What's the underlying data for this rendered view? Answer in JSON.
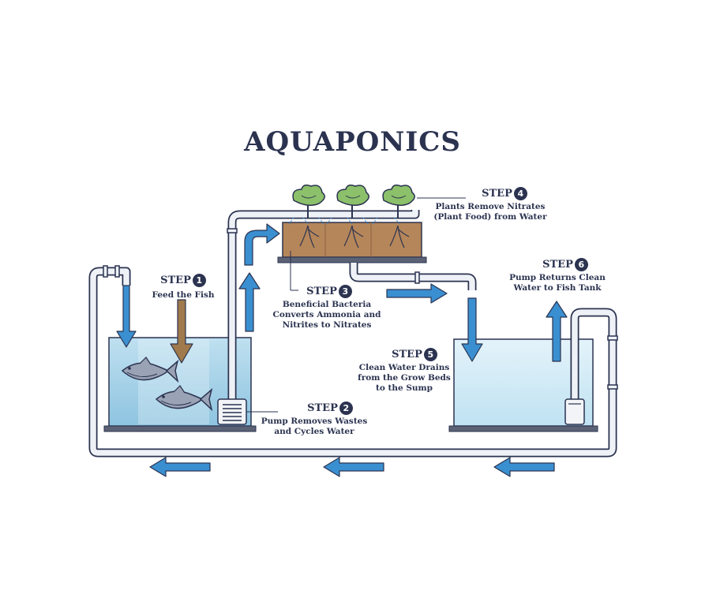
{
  "title": "AQUAPONICS",
  "steps": [
    {
      "label": "STEP",
      "number": "1",
      "lines": [
        "Feed the Fish"
      ]
    },
    {
      "label": "STEP",
      "number": "2",
      "lines": [
        "Pump Removes Wastes",
        "and Cycles Water"
      ]
    },
    {
      "label": "STEP",
      "number": "3",
      "lines": [
        "Beneficial Bacteria",
        "Converts Ammonia and",
        "Nitrites to Nitrates"
      ]
    },
    {
      "label": "STEP",
      "number": "4",
      "lines": [
        "Plants Remove Nitrates",
        "(Plant Food) from Water"
      ]
    },
    {
      "label": "STEP",
      "number": "5",
      "lines": [
        "Clean Water Drains",
        "from the Grow Beds",
        "to the Sump"
      ]
    },
    {
      "label": "STEP",
      "number": "6",
      "lines": [
        "Pump Returns Clean",
        "Water to Fish Tank"
      ]
    }
  ],
  "colors": {
    "ink": "#2b3350",
    "water": "#a8d3ea",
    "water_light": "#d7ecf6",
    "arrow_blue": "#3a8fd0",
    "arrow_brown": "#a07a4c",
    "soil": "#b5865a",
    "leaf": "#8cc06a",
    "pipe": "#e8edf3"
  }
}
